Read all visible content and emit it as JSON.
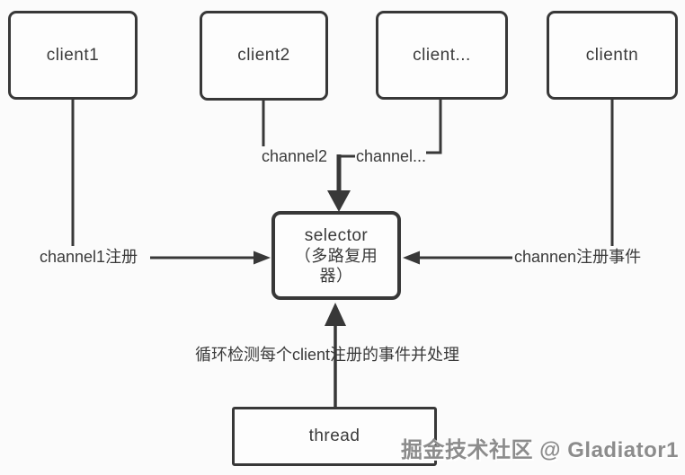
{
  "nodes": {
    "client1": "client1",
    "client2": "client2",
    "client3": "client...",
    "clientn": "clientn",
    "selector_line1": "selector",
    "selector_line2": "（多路复用",
    "selector_line3": "器）",
    "thread": "thread"
  },
  "edge_labels": {
    "channel1": "channel1注册",
    "channel2": "channel2",
    "channel3": "channel...",
    "channeln": "channen注册事件",
    "loop": "循环检测每个client注册的事件并处理"
  },
  "watermark": "掘金技术社区 @ Gladiator1",
  "colors": {
    "line": "#383838",
    "ink": "#3a3a3a",
    "background": "#fbfbfb",
    "watermark": "#8c8c8c"
  }
}
